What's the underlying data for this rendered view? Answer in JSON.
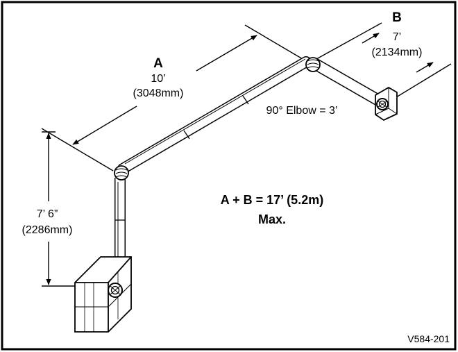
{
  "diagram": {
    "run_a": {
      "letter": "A",
      "length_ft": "10’",
      "length_mm": "(3048mm)"
    },
    "run_b": {
      "letter": "B",
      "length_ft": "7’",
      "length_mm": "(2134mm)"
    },
    "vertical": {
      "length_ft": "7’ 6”",
      "length_mm": "(2286mm)"
    },
    "elbow_note": "90° Elbow = 3’",
    "formula_line1": "A + B  =  17’ (5.2m)",
    "formula_line2": "Max.",
    "figure_code": "V584-201"
  }
}
